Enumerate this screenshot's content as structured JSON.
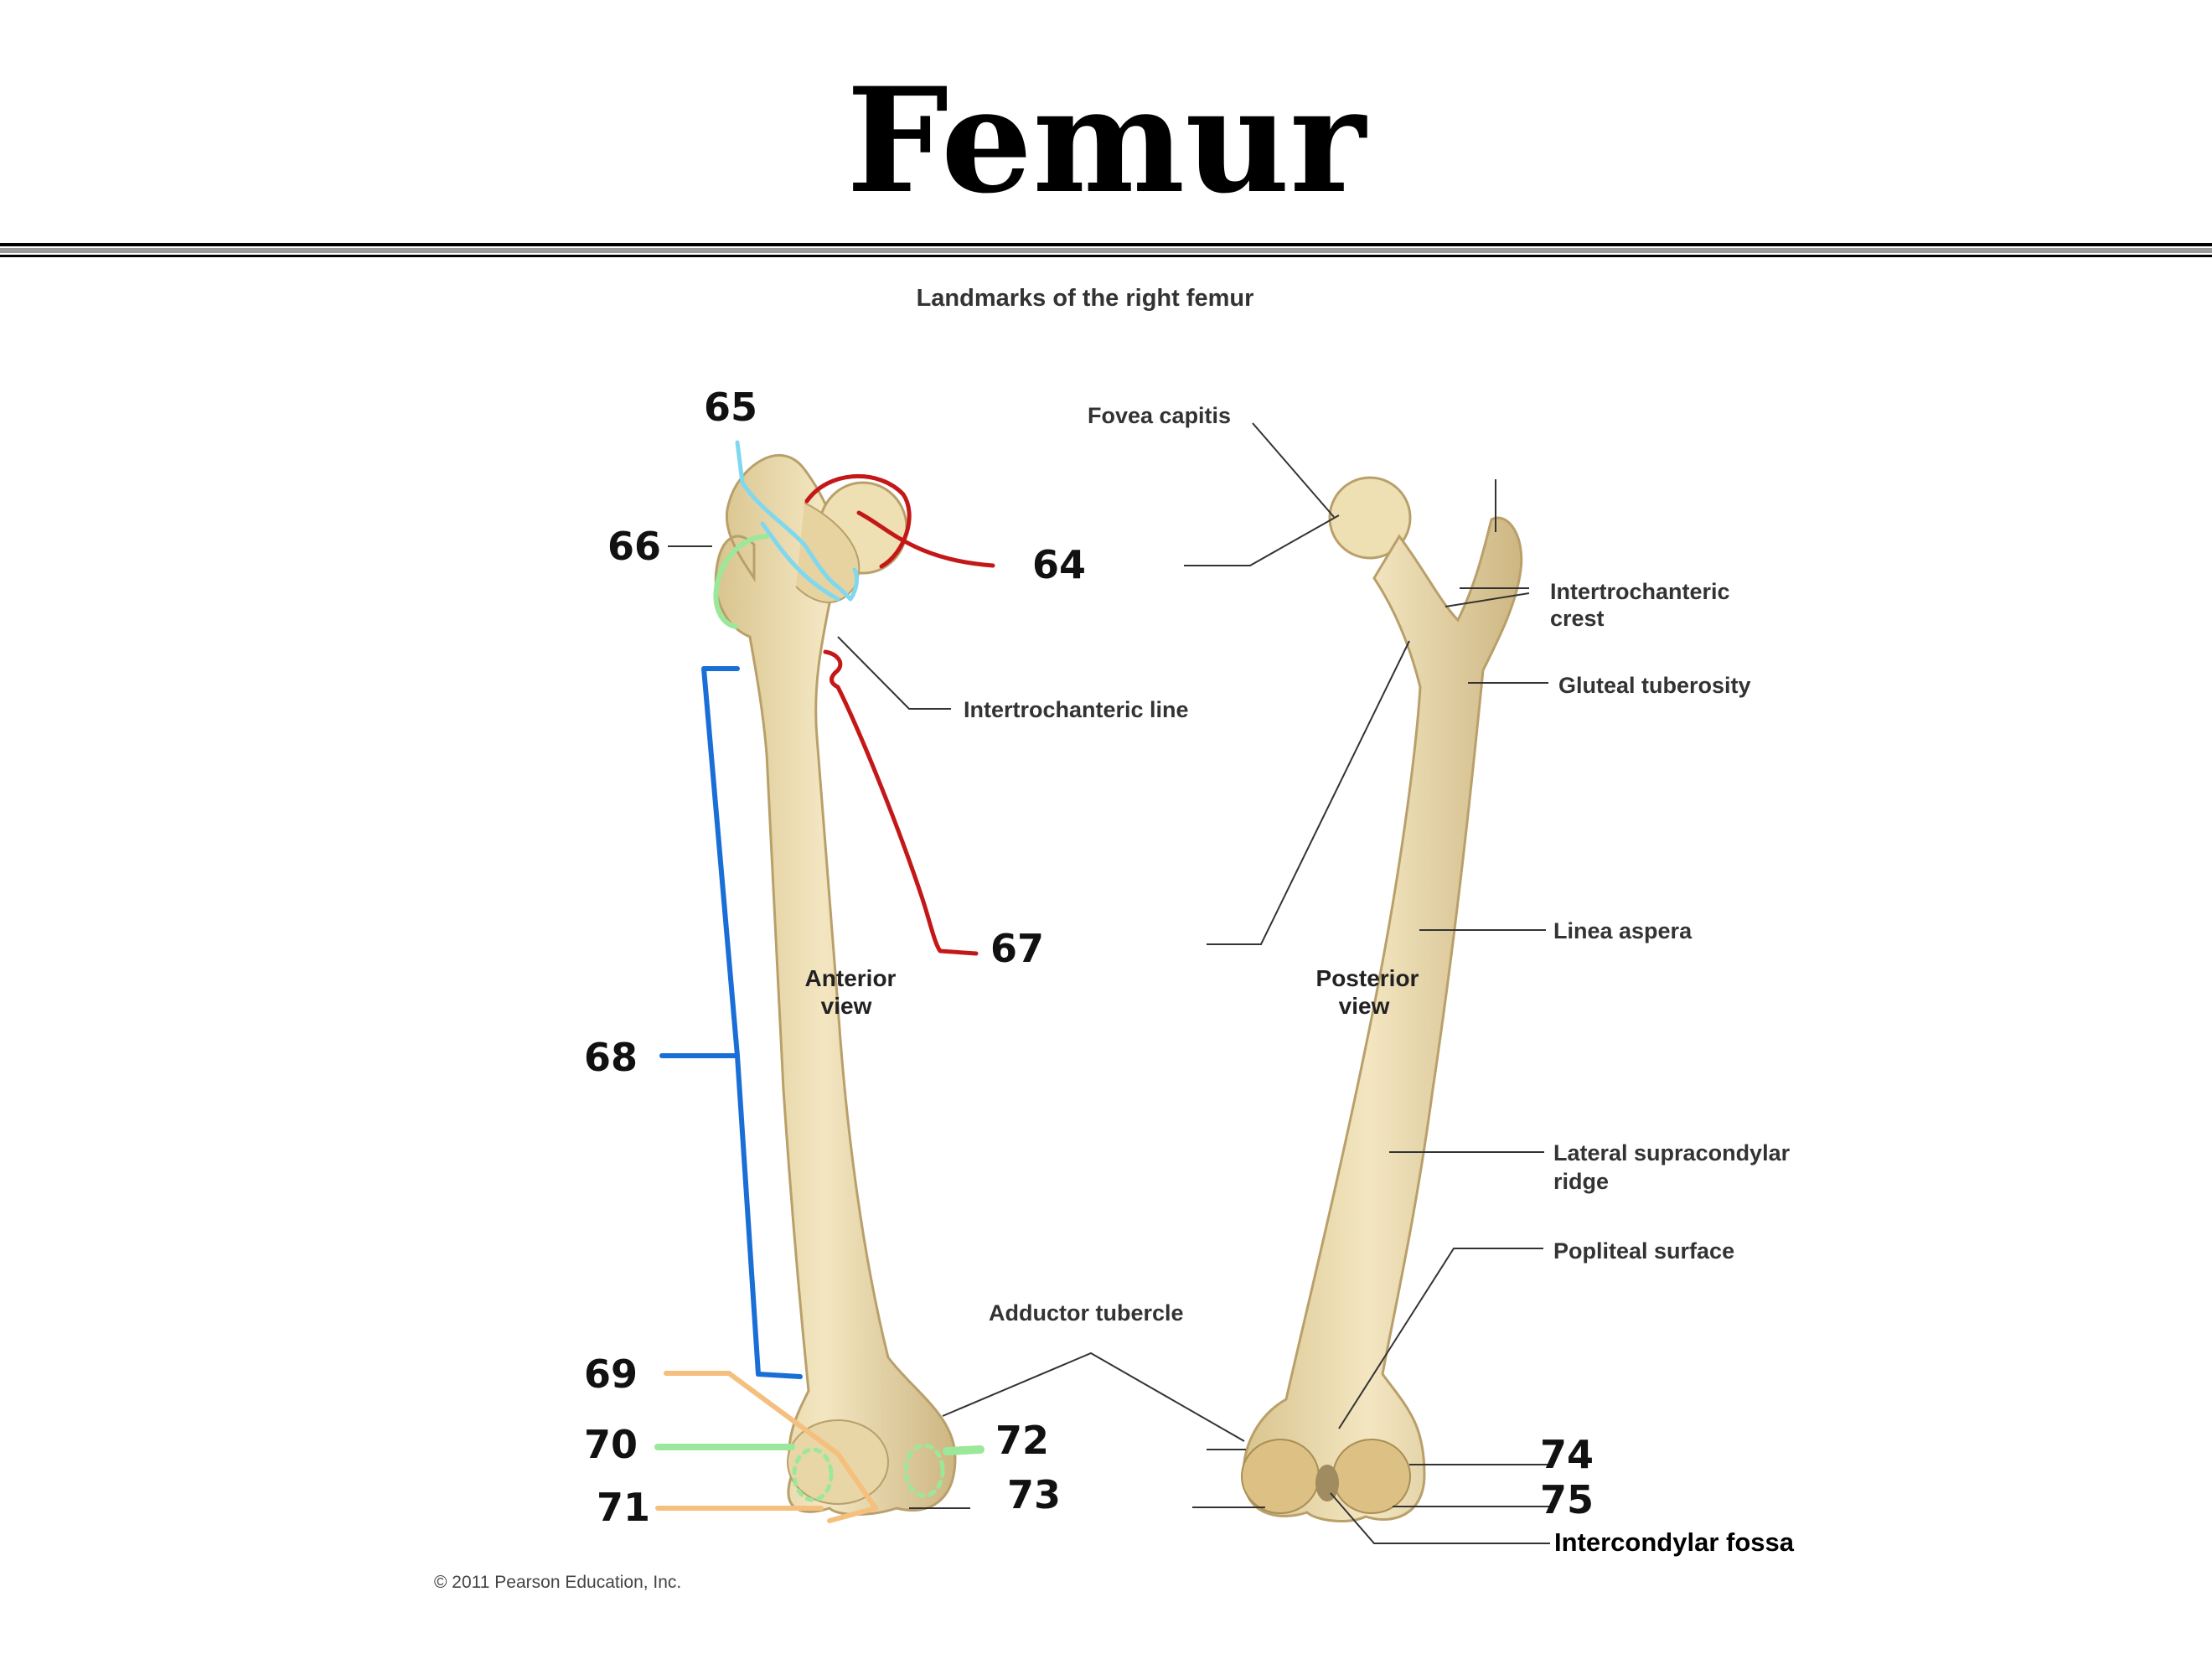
{
  "title": "Femur",
  "subtitle": "Landmarks of the right femur",
  "copyright": "© 2011 Pearson Education, Inc.",
  "views": {
    "anterior": [
      "Anterior",
      "view"
    ],
    "posterior": [
      "Posterior",
      "view"
    ]
  },
  "labels": {
    "fovea_capitis": "Fovea capitis",
    "intertrochanteric_line": "Intertrochanteric line",
    "intertrochanteric_crest": [
      "Intertrochanteric",
      "crest"
    ],
    "gluteal_tuberosity": "Gluteal tuberosity",
    "linea_aspera": "Linea aspera",
    "lateral_supracondylar_ridge": [
      "Lateral supracondylar",
      "ridge"
    ],
    "popliteal_surface": "Popliteal surface",
    "adductor_tubercle": "Adductor tubercle",
    "intercondylar_fossa": "Intercondylar fossa"
  },
  "handwritten_numbers": [
    "65",
    "66",
    "64",
    "67",
    "68",
    "69",
    "70",
    "71",
    "72",
    "73",
    "74",
    "75"
  ],
  "colors": {
    "red": "#c41818",
    "cyan": "#7fd8ef",
    "green": "#9be89b",
    "blue": "#1a6fd6",
    "orange": "#f5bf7d",
    "bone": "#ecdcae",
    "bone_shadow": "#c8b07a"
  }
}
